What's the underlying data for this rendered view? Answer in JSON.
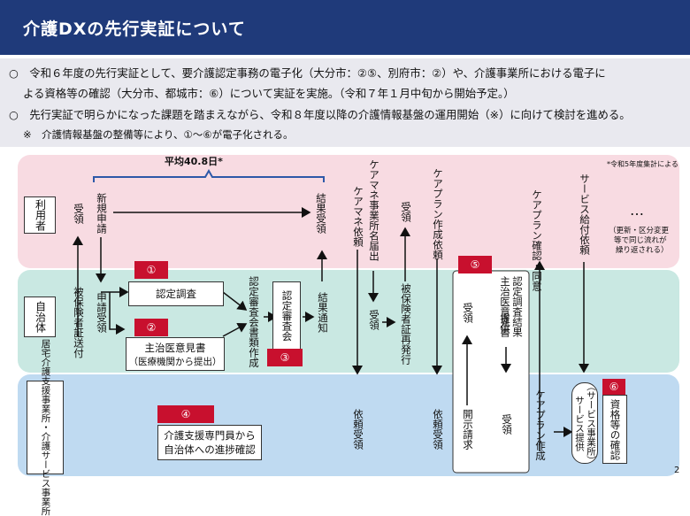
{
  "header": {
    "title": "介護DXの先行実証について"
  },
  "intro": {
    "line1": "○　令和６年度の先行実証として、要介護認定事務の電子化（大分市：②⑤、別府市：②）や、介護事業所における電子に",
    "line2": "よる資格等の確認（大分市、都城市：⑥）について実証を実施。（令和７年１月中旬から開始予定。）",
    "line3": "○　先行実証で明らかになった課題を踏まえながら、令和８年度以降の介護情報基盤の運用開始（※）に向けて検討を進める。",
    "line4": "※　介護情報基盤の整備等により、①～⑥が電子化される。"
  },
  "lanes": {
    "user": "利用者",
    "gov": "自治体",
    "biz": "居宅介護支援事業所・介護サービス事業所"
  },
  "diagram": {
    "avg": "平均40.8日*",
    "footnote": "*令和5年度集計による",
    "juryo": "受領",
    "shinki": "新規申請",
    "hihokensha_sofu": "被保険者証送付",
    "shinsei_juryo": "申請受領",
    "nintei_chosa": "認定調査",
    "ikensho1": "主治医意見書",
    "ikensho2": "（医療機関から提出）",
    "shinsakai_sakusei": "認定審査会書類作成",
    "shinsakai": "認定審査会",
    "kekka_tsuchi": "結果通知",
    "kekka_juryo": "結果受領",
    "careman_irai": "ケアマネ依頼",
    "careman_todoke": "ケアマネ事業所名届出",
    "irai_juryo": "依頼受領",
    "gov_juryo": "受領",
    "saihakko": "被保険者証再発行",
    "juryo2": "受領",
    "careplan_irai": "ケアプラン作成依頼",
    "irai_juryo2": "依頼受領",
    "result_juryo": "受領",
    "result_teikyo1": "認定調査結果",
    "result_teikyo2": "主治医意見書",
    "result_teikyo3": "提供",
    "kaiji": "開示請求",
    "juryo3": "受領",
    "careplan_sakusei": "ケアプラン作成",
    "careplan_kakunin": "ケアプラン確認・同意",
    "kyufu_irai": "サービス給付依頼",
    "dots": "…",
    "dots_note1": "（更新・区分変更",
    "dots_note2": "等で同じ流れが",
    "dots_note3": "繰り返される）",
    "service_teikyo": "サービス提供",
    "service_jigyosho": "（サービス事業所）",
    "shikaku": "資格等の確認",
    "shinchoku1": "介護支援専門員から",
    "shinchoku2": "自治体への進捗確認"
  },
  "badges": {
    "b1": "①",
    "b2": "②",
    "b3": "③",
    "b4": "④",
    "b5": "⑤",
    "b6": "⑥"
  },
  "page_number": "2"
}
